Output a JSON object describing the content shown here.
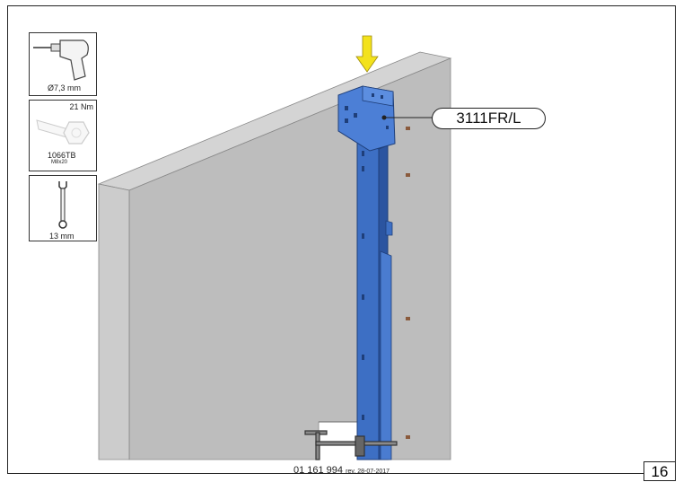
{
  "tools": {
    "drill": {
      "caption": "Ø7,3 mm",
      "icon": "drill-icon"
    },
    "bolt": {
      "torque": "21 Nm",
      "code": "1066TB",
      "size": "M8x20",
      "icon": "bolt-icon"
    },
    "wrench": {
      "caption": "13 mm",
      "icon": "wrench-icon"
    }
  },
  "callout": {
    "part": "3111FR/L"
  },
  "footer": {
    "doc_number": "01 161 994",
    "revision": "rev. 28-07-2017"
  },
  "page_number": "16",
  "colors": {
    "panel": "#bdbdbd",
    "post": "#3d6fc4",
    "arrow": "#f3e21c"
  }
}
